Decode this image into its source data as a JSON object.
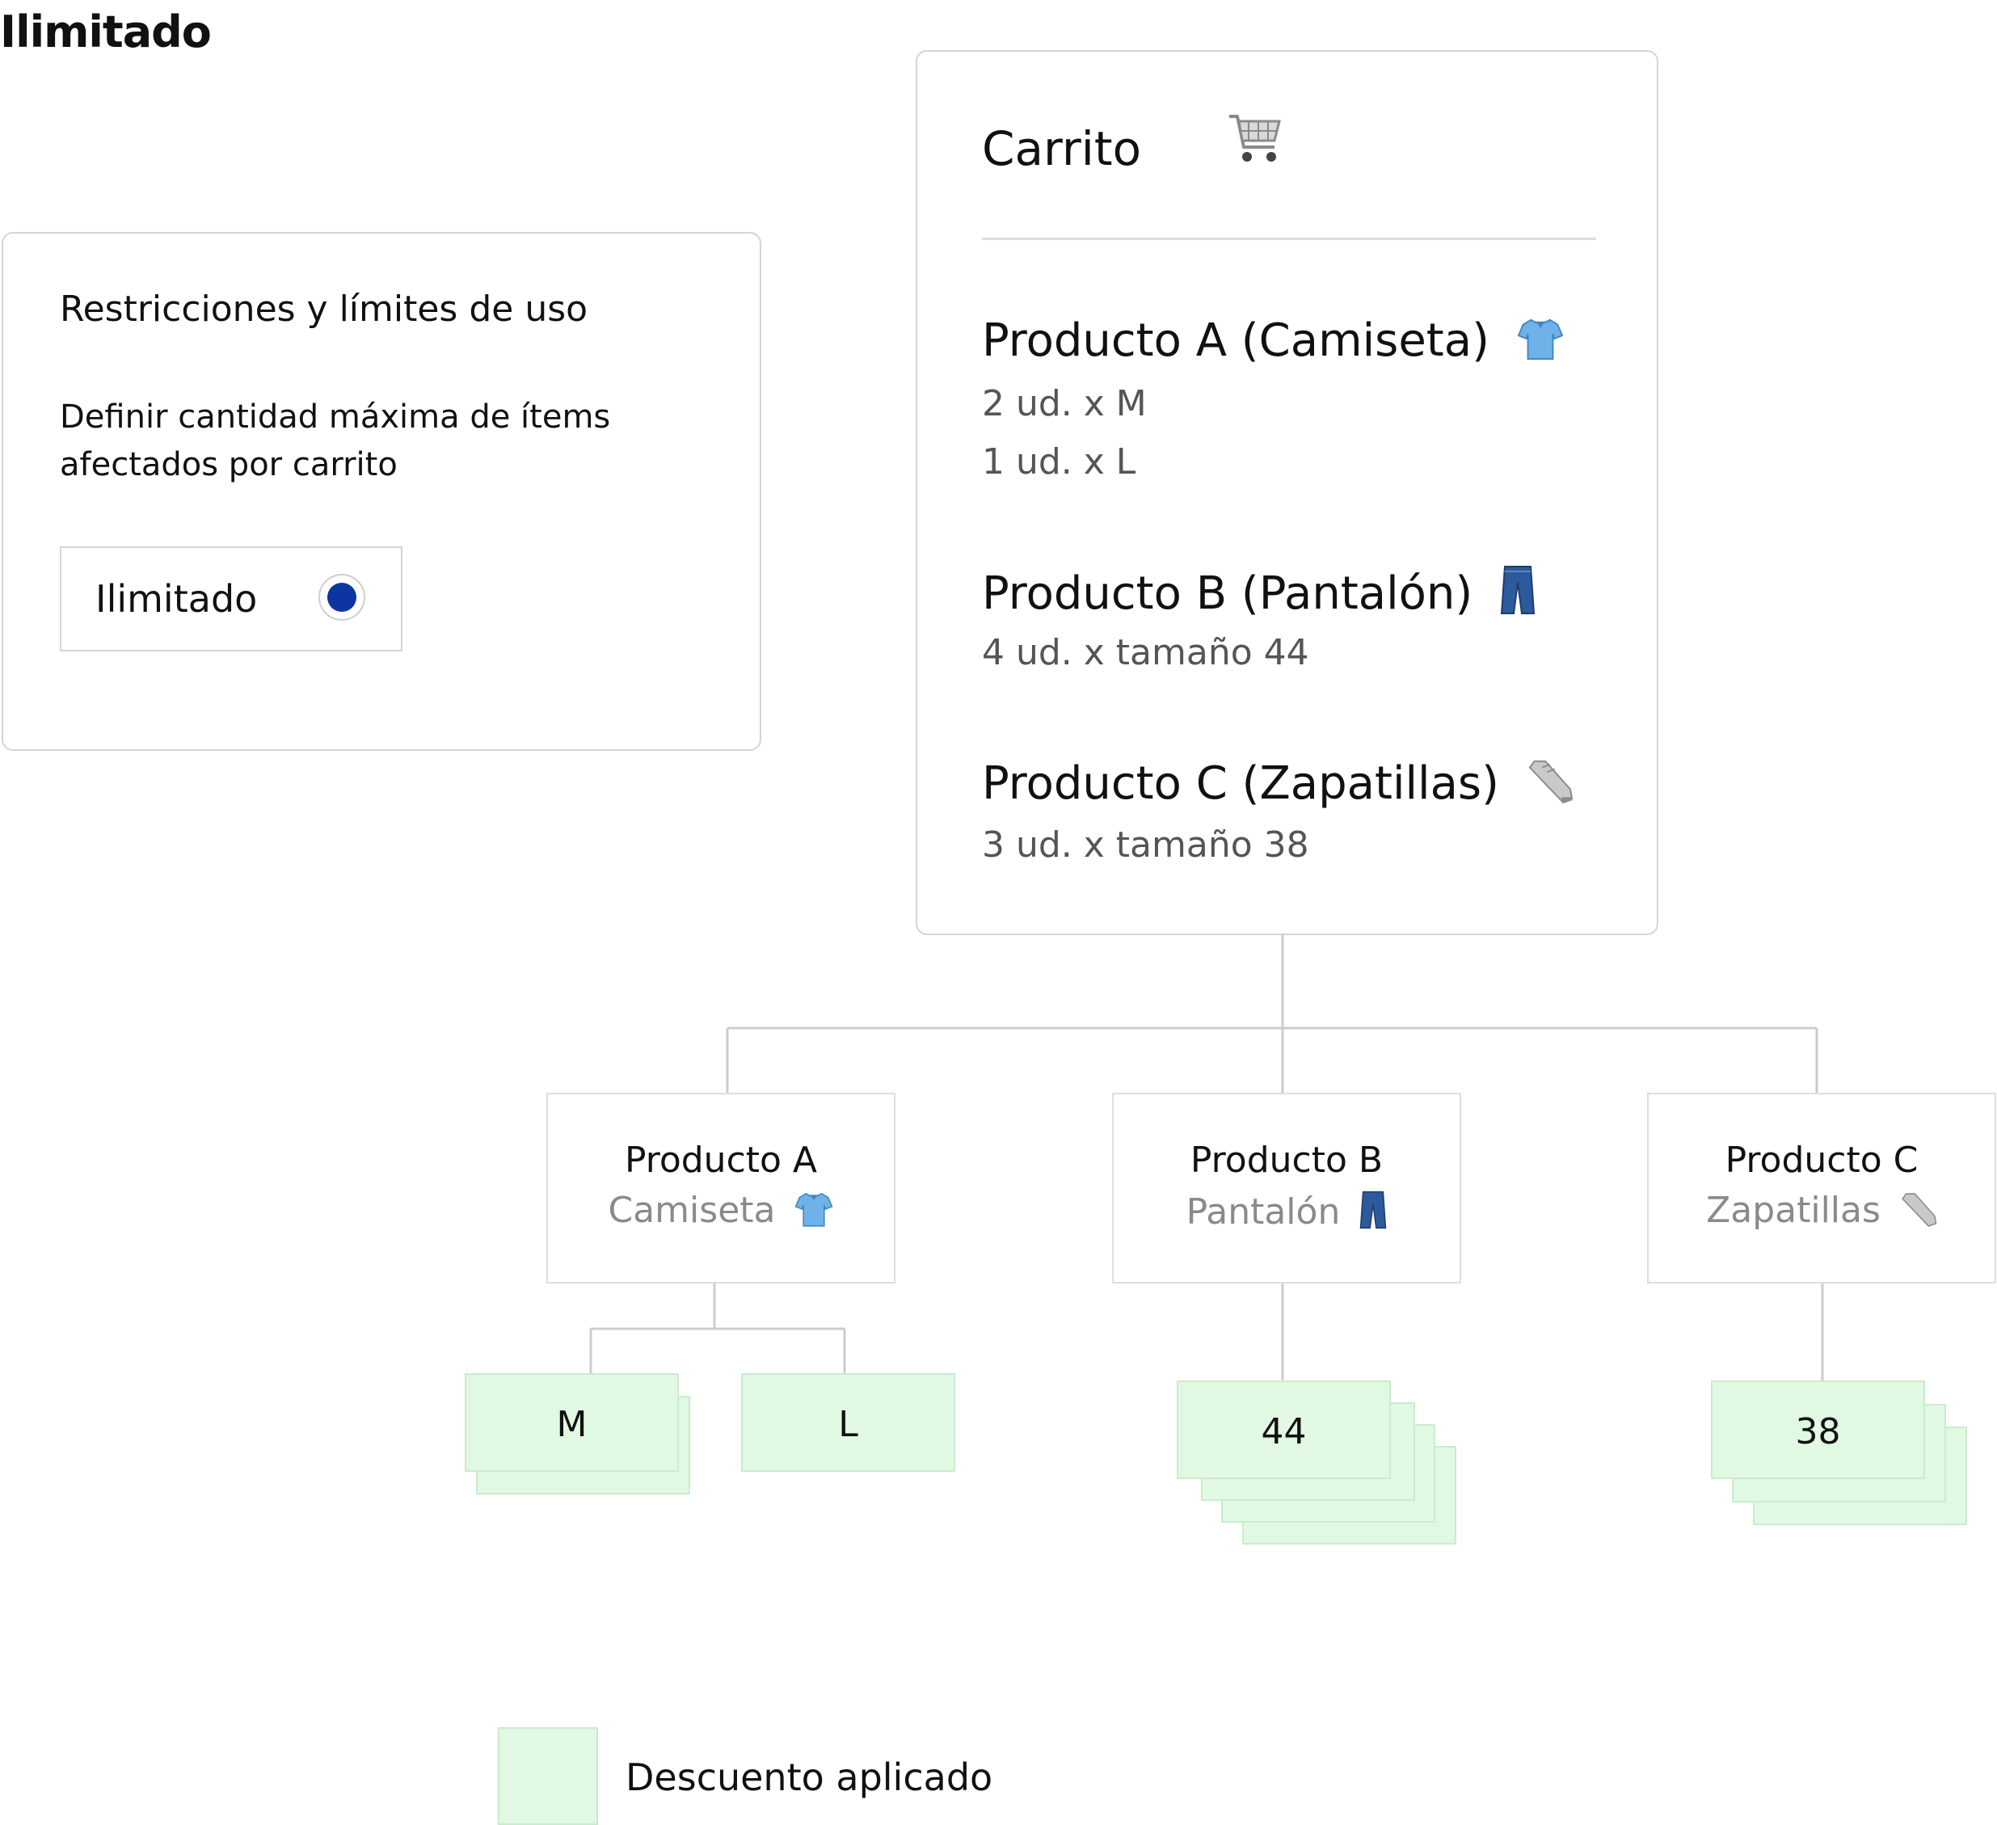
{
  "page_title": "Ilimitado",
  "rules": {
    "title": "Restricciones y límites de uso",
    "description_line1": "Definir cantidad máxima de ítems",
    "description_line2": "afectados por carrito",
    "option_label": "Ilimitado",
    "option_selected": true
  },
  "cart": {
    "title": "Carrito",
    "icon": "shopping-cart-icon",
    "products": [
      {
        "name": "Producto A (Camiseta)",
        "icon": "tshirt-icon",
        "lines": [
          "2 ud. x M",
          "1 ud. x L"
        ]
      },
      {
        "name": "Producto B (Pantalón)",
        "icon": "jeans-icon",
        "lines": [
          "4 ud. x tamaño 44"
        ]
      },
      {
        "name": "Producto C (Zapatillas)",
        "icon": "sneaker-icon",
        "lines": [
          "3 ud. x  tamaño 38"
        ]
      }
    ]
  },
  "tree": {
    "nodes": [
      {
        "name": "Producto A",
        "sub": "Camiseta",
        "icon": "tshirt-icon",
        "variants": [
          "M",
          "L"
        ]
      },
      {
        "name": "Producto B",
        "sub": "Pantalón",
        "icon": "jeans-icon",
        "variants": [
          "44"
        ]
      },
      {
        "name": "Producto C",
        "sub": "Zapatillas",
        "icon": "sneaker-icon",
        "variants": [
          "38"
        ]
      }
    ]
  },
  "legend": {
    "label": "Descuento aplicado"
  },
  "colors": {
    "discount_fill": "#e1f8e3",
    "radio_selected": "#0d34a0",
    "border": "#d4d4d4",
    "connector": "#cccccc"
  }
}
